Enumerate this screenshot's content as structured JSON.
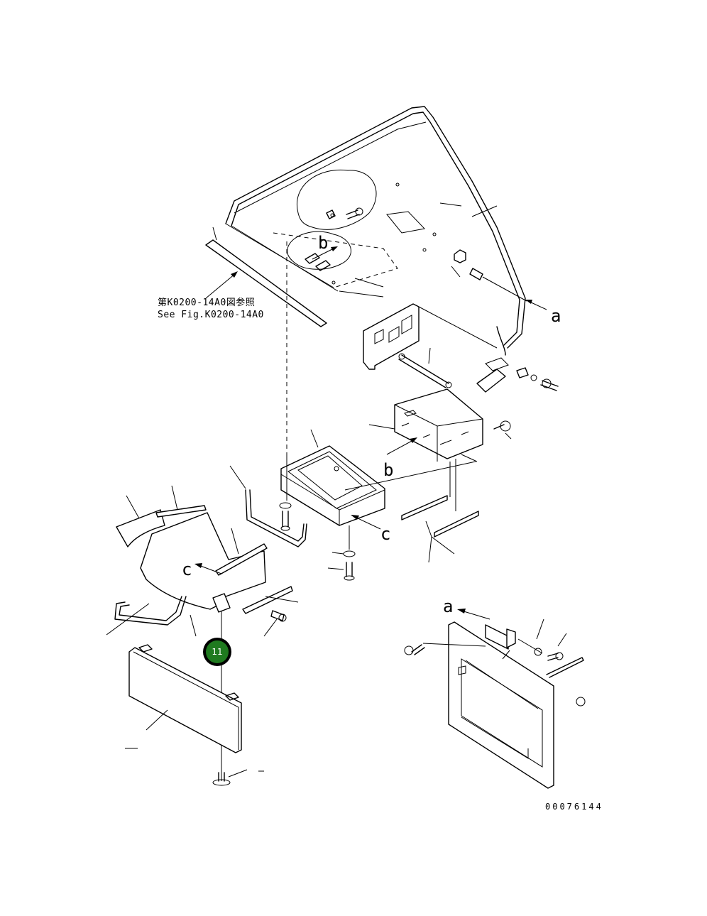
{
  "reference": {
    "line_ja": "第K0200-14A0図参照",
    "line_en": "See Fig.K0200-14A0"
  },
  "view_labels": {
    "a": "a",
    "b": "b",
    "c": "c"
  },
  "callout": {
    "number": "11",
    "color": "#1f7a1f"
  },
  "drawing_code": "00076144"
}
